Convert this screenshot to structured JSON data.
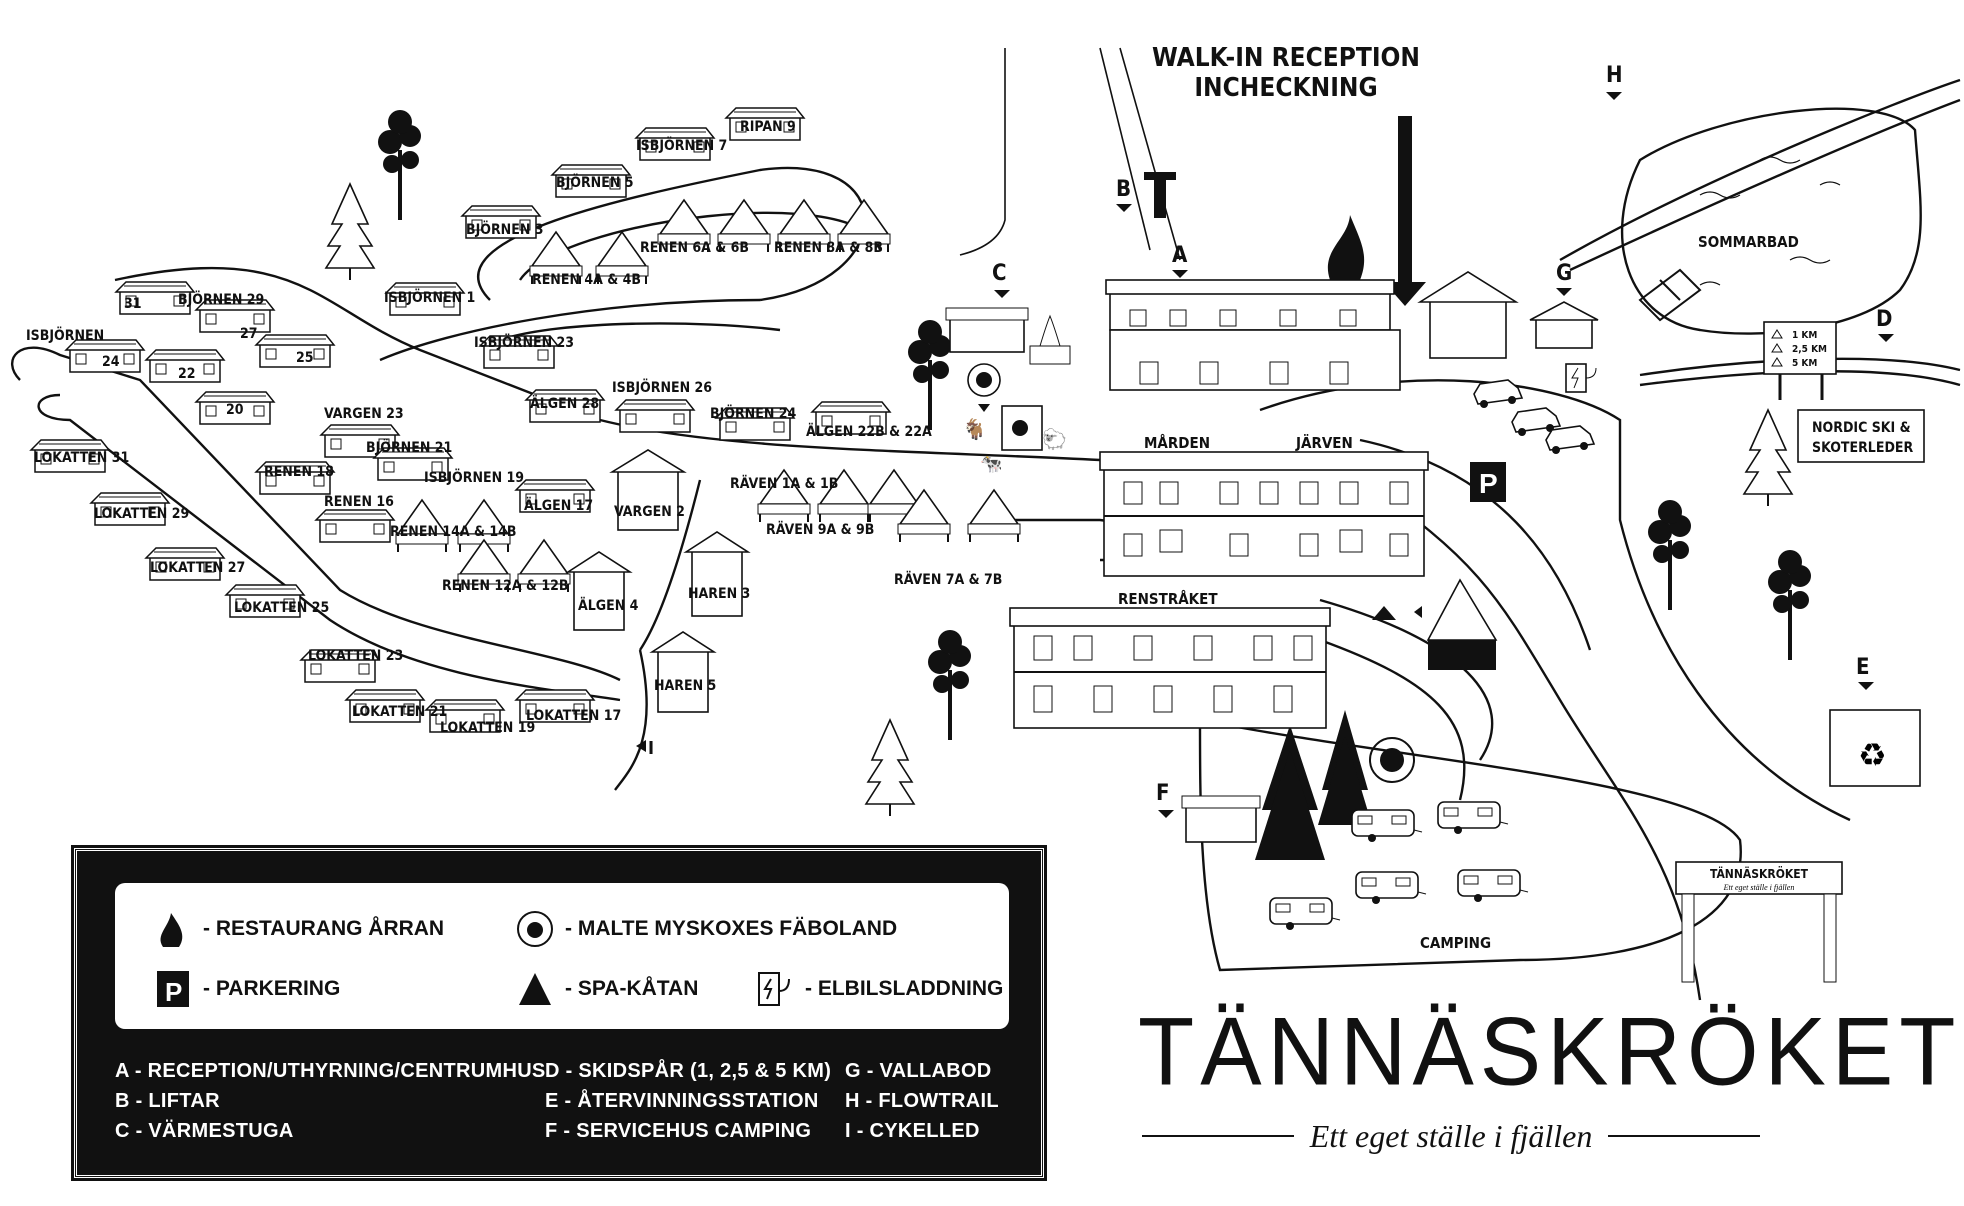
{
  "map": {
    "reception_line1": "WALK-IN RECEPTION",
    "reception_line2": "INCHECKNING",
    "letters": {
      "A": "A",
      "B": "B",
      "C": "C",
      "D": "D",
      "E": "E",
      "F": "F",
      "G": "G",
      "H": "H",
      "I": "I"
    },
    "sommarbad": "SOMMARBAD",
    "marden": "MÅRDEN",
    "jarven": "JÄRVEN",
    "renstraket": "RENSTRÅKET",
    "camping": "CAMPING",
    "ski_sign": {
      "r1": "1 KM",
      "r2": "2,5 KM",
      "r3": "5 KM"
    },
    "nordic_line1": "NORDIC SKI &",
    "nordic_line2": "SKOTERLEDER",
    "gate_title": "TÄNNÄSKRÖKET",
    "gate_sub": "Ett eget ställe i fjällen",
    "parking_symbol": "P",
    "cabins": {
      "ripan9": "RIPAN 9",
      "isbjornen7": "ISBJÖRNEN 7",
      "bjornen5": "BJÖRNEN 5",
      "bjornen3": "BJÖRNEN 3",
      "renen6": "RENEN 6A & 6B",
      "renen8": "RENEN 8A & 8B",
      "renen4": "RENEN 4A & 4B",
      "isbjornen1": "ISBJÖRNEN 1",
      "isbjornen23": "ISBJÖRNEN 23",
      "bjornen29": "BJÖRNEN 29",
      "c31": "31",
      "c27": "27",
      "isbjornen": "ISBJÖRNEN",
      "c24": "24",
      "c22": "22",
      "c25": "25",
      "c20": "20",
      "isbjornen26": "ISBJÖRNEN 26",
      "algen28": "ÄLGEN 28",
      "bjornen24": "BJÖRNEN 24",
      "algen22": "ÄLGEN 22B & 22A",
      "vargen23": "VARGEN 23",
      "bjornen21": "BJÖRNEN 21",
      "lokatten31": "LOKATTEN 31",
      "renen18": "RENEN 18",
      "isbjornen19": "ISBJÖRNEN 19",
      "raven1": "RÄVEN 1A & 1B",
      "renen16": "RENEN 16",
      "algen17": "ÄLGEN 17",
      "vargen2": "VARGEN 2",
      "raven9": "RÄVEN 9A & 9B",
      "lokatten29": "LOKATTEN 29",
      "renen14": "RENEN 14A & 14B",
      "renen12": "RENEN 12A & 12B",
      "haren3": "HAREN 3",
      "lokatten27": "LOKATTEN 27",
      "algen4": "ÄLGEN 4",
      "raven7": "RÄVEN 7A & 7B",
      "lokatten25": "LOKATTEN 25",
      "haren5": "HAREN 5",
      "lokatten23": "LOKATTEN 23",
      "lokatten21": "LOKATTEN 21",
      "lokatten19": "LOKATTEN 19",
      "lokatten17": "LOKATTEN 17"
    }
  },
  "legend": {
    "restaurant": "- RESTAURANG ÅRRAN",
    "fabo": "- MALTE MYSKOXES FÄBOLAND",
    "parking": "- PARKERING",
    "spa": "- SPA-KÅTAN",
    "ev": "- ELBILSLADDNING",
    "col1": [
      "A - RECEPTION/UTHYRNING/CENTRUMHUS",
      "B - LIFTAR",
      "C - VÄRMESTUGA"
    ],
    "col2": [
      "D - SKIDSPÅR (1, 2,5 & 5 KM)",
      "E - ÅTERVINNINGSSTATION",
      "F - SERVICEHUS CAMPING"
    ],
    "col3": [
      "G - VALLABOD",
      "H - FLOWTRAIL",
      "I - CYKELLED"
    ]
  },
  "brand": {
    "title": "TÄNNÄSKRÖKET",
    "subtitle": "Ett eget ställe i fjällen"
  }
}
